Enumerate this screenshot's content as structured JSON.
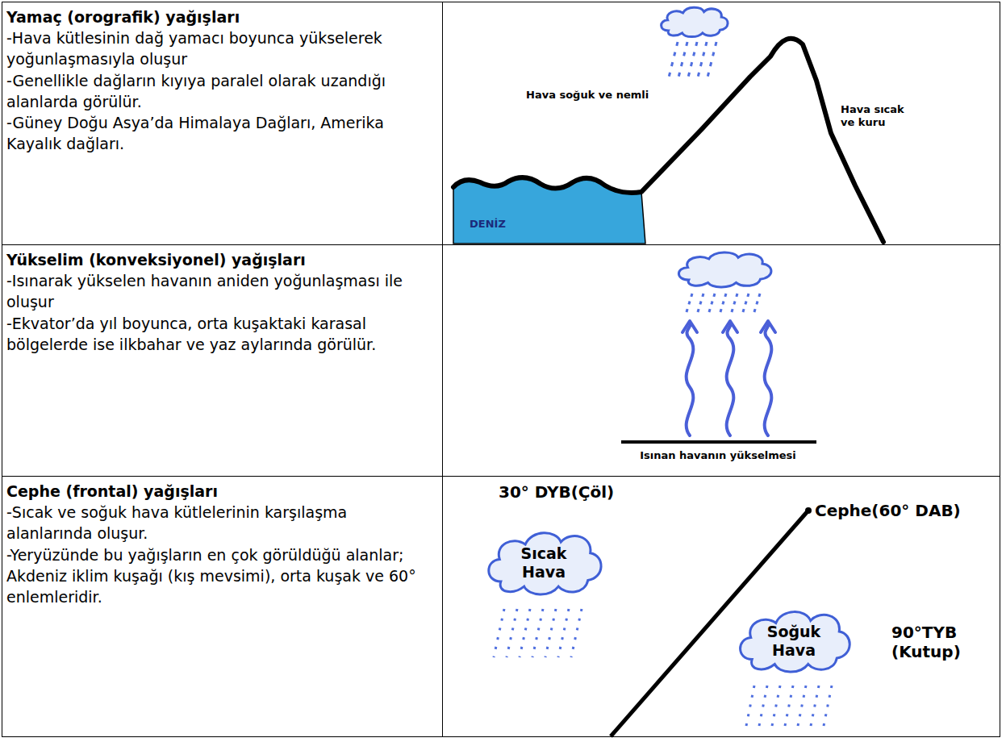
{
  "diagram": {
    "nodes": [
      {
        "text": [
          "Yamaç (orografik) yağışları",
          "-Hava kütlesinin dağ yamacı boyunca yükselerek yoğunlaşmasıyla oluşur",
          "-Genellikle dağların kıyıya paralel olarak uzandığı alanlarda görülür.",
          "-Güney Doğu Asya’da Himalaya Dağları, Amerika Kayalık dağları."
        ]
      },
      {
        "text": [
          "Yükselim (konveksiyonel) yağışları",
          "-Isınarak yükselen havanın aniden yoğunlaşması ile oluşur",
          "-Ekvator’da yıl boyunca, orta kuşaktaki karasal bölgelerde ise ilkbahar ve yaz aylarında görülür."
        ]
      },
      {
        "text": [
          "Cephe (frontal) yağışları",
          "-Sıcak ve soğuk hava kütlelerinin karşılaşma alanlarında oluşur.",
          "-Yeryüzünde bu yağışların en çok görüldüğü alanlar; Akdeniz iklim kuşağı (kış mevsimi), orta kuşak ve 60° enlemleridir."
        ]
      },
      {
        "text": [
          "Sıcak Hava"
        ]
      },
      {
        "text": [
          "Soğuk Hava"
        ]
      }
    ],
    "labels": [
      "Hava soğuk ve nemli",
      "Hava sıcak ve kuru",
      "DENİZ",
      "Isınan havanın yükselmesi",
      "30° DYB(Çöl)",
      "Cephe(60° DAB)",
      "90°TYB (Kutup)"
    ]
  }
}
